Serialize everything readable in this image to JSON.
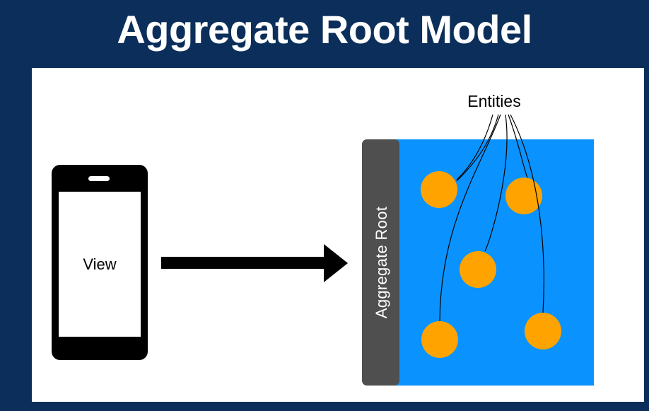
{
  "title": "Aggregate Root Model",
  "diagram": {
    "view_label": "View",
    "aggregate_root_label": "Aggregate Root",
    "entities_label": "Entities"
  },
  "colors": {
    "background": "#0b2f5a",
    "panel": "#ffffff",
    "device": "#000000",
    "screen": "#ffffff",
    "aggregate_bar": "#4f4f4f",
    "entity_area": "#0a93ff",
    "entity": "#ffa300",
    "arrow": "#000000"
  }
}
